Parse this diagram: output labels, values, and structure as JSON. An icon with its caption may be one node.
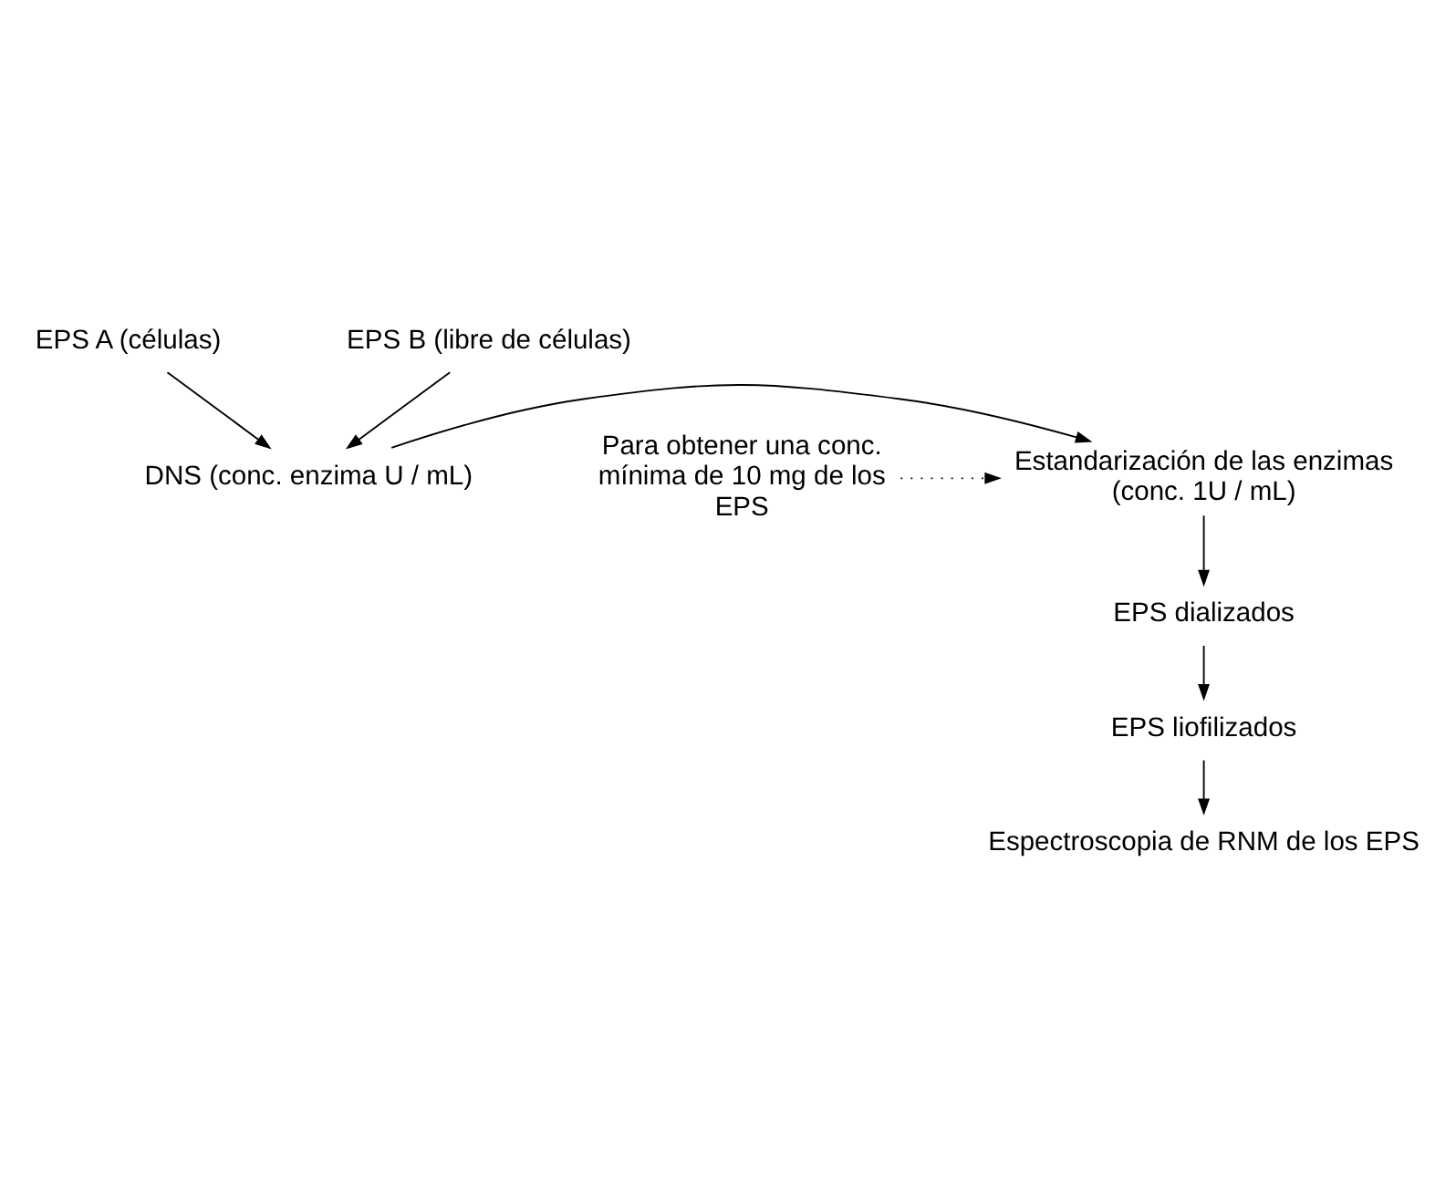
{
  "diagram": {
    "nodes": [
      {
        "text": [
          "EPS A (células)"
        ]
      },
      {
        "text": [
          "EPS B (libre de células)"
        ]
      },
      {
        "text": [
          "DNS (conc. enzima U / mL)"
        ]
      },
      {
        "text": [
          "Estandarización de las enzimas (conc. 1U / mL)"
        ]
      },
      {
        "text": [
          "Para obtener una conc. mínima de 10 mg de los EPS"
        ]
      },
      {
        "text": [
          "EPS dializados"
        ]
      },
      {
        "text": [
          "EPS liofilizados"
        ]
      },
      {
        "text": [
          "Espectroscopia de RNM de los EPS"
        ]
      }
    ],
    "edges": [
      {
        "from": 0,
        "to": 2,
        "arrow": "to"
      },
      {
        "from": 1,
        "to": 2,
        "arrow": "to"
      },
      {
        "from": 2,
        "to": 3,
        "arrow": "to"
      },
      {
        "from": 4,
        "to": 3,
        "arrow": "to",
        "style": "dashed"
      },
      {
        "from": 3,
        "to": 5,
        "arrow": "to"
      },
      {
        "from": 5,
        "to": 6,
        "arrow": "to"
      },
      {
        "from": 6,
        "to": 7,
        "arrow": "to"
      }
    ]
  }
}
